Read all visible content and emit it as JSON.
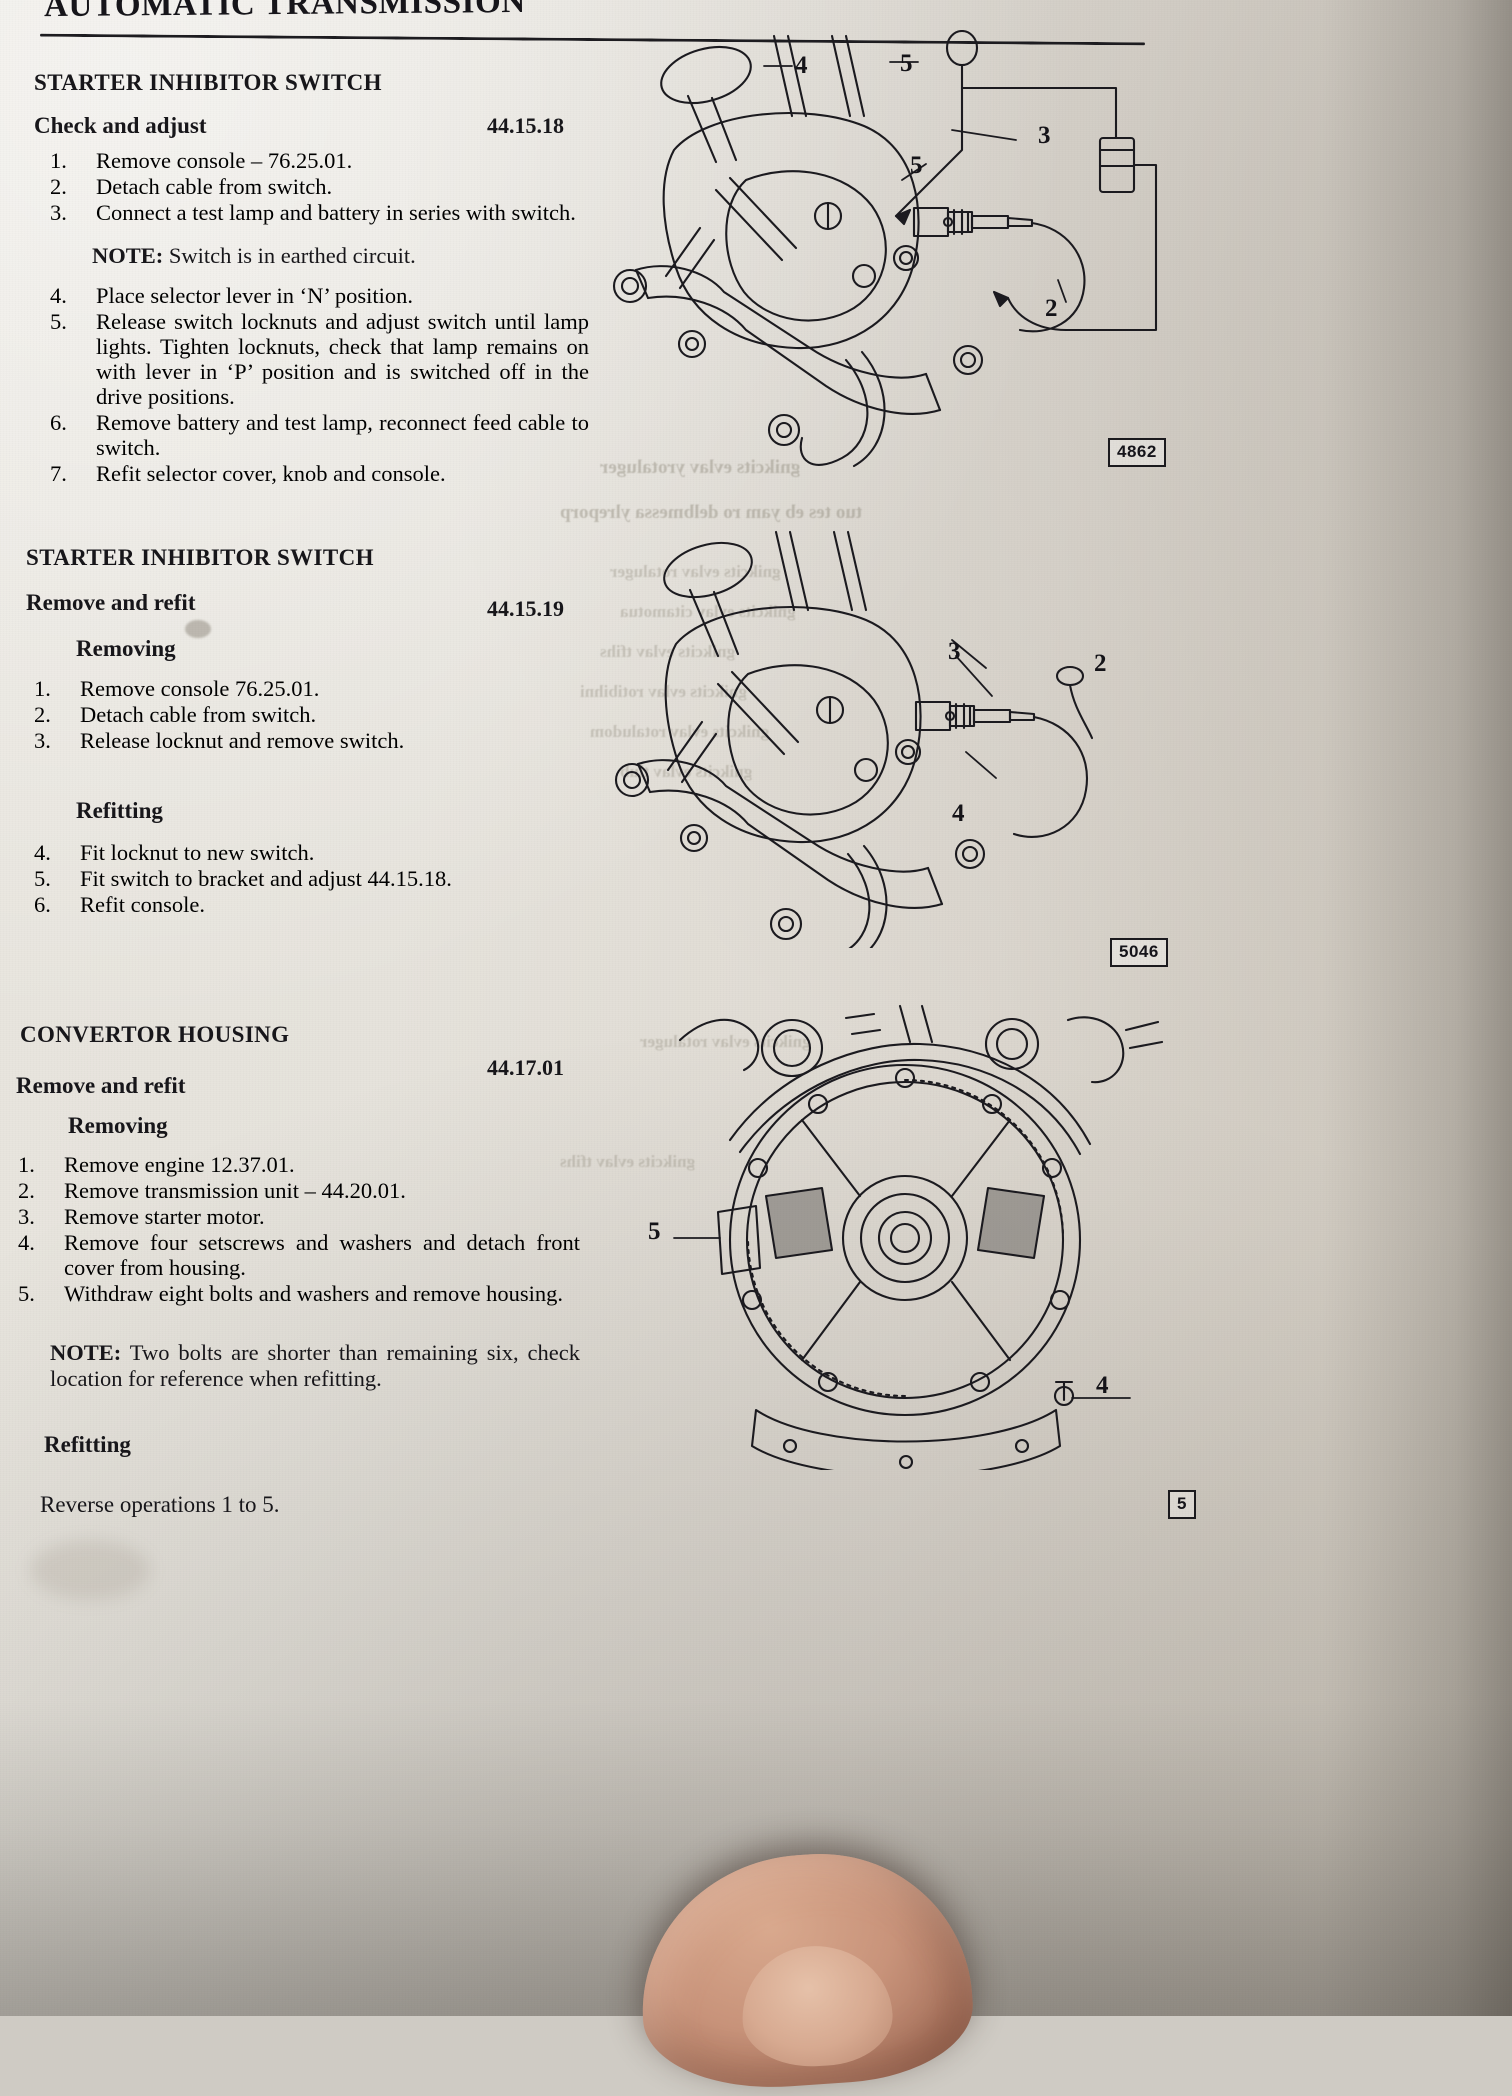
{
  "page": {
    "running_head": "AUTOMATIC TRANSMISSION"
  },
  "sections": [
    {
      "id": "starter-inhibitor-switch-check",
      "title": "STARTER INHIBITOR SWITCH",
      "operation": "Check and adjust",
      "reference": "44.15.18",
      "steps": [
        {
          "num": "1.",
          "text": "Remove console – 76.25.01."
        },
        {
          "num": "2.",
          "text": "Detach cable from switch."
        },
        {
          "num": "3.",
          "text": "Connect a test lamp and battery in series with switch."
        }
      ],
      "note_label": "NOTE:",
      "note_text": " Switch is in earthed circuit.",
      "steps2": [
        {
          "num": "4.",
          "text": "Place selector lever in ‘N’ position."
        },
        {
          "num": "5.",
          "text": "Release switch locknuts and adjust switch until lamp lights. Tighten locknuts, check that lamp remains on with lever in ‘P’ position and is switched off in the drive positions."
        },
        {
          "num": "6.",
          "text": "Remove battery and test lamp, reconnect feed cable to switch."
        },
        {
          "num": "7.",
          "text": "Refit selector cover, knob and console."
        }
      ]
    },
    {
      "id": "starter-inhibitor-switch-remove",
      "title": "STARTER INHIBITOR SWITCH",
      "operation": "Remove and refit",
      "reference": "44.15.19",
      "removing_label": "Removing",
      "steps": [
        {
          "num": "1.",
          "text": "Remove console 76.25.01."
        },
        {
          "num": "2.",
          "text": "Detach cable from switch."
        },
        {
          "num": "3.",
          "text": "Release locknut and remove switch."
        }
      ],
      "refitting_label": "Refitting",
      "steps2": [
        {
          "num": "4.",
          "text": "Fit locknut to new switch."
        },
        {
          "num": "5.",
          "text": "Fit switch to bracket and adjust 44.15.18."
        },
        {
          "num": "6.",
          "text": "Refit console."
        }
      ]
    },
    {
      "id": "convertor-housing",
      "title": "CONVERTOR HOUSING",
      "operation": "Remove and refit",
      "reference": "44.17.01",
      "removing_label": "Removing",
      "steps": [
        {
          "num": "1.",
          "text": "Remove engine 12.37.01."
        },
        {
          "num": "2.",
          "text": "Remove transmission unit – 44.20.01."
        },
        {
          "num": "3.",
          "text": "Remove starter motor."
        },
        {
          "num": "4.",
          "text": "Remove four setscrews and washers and detach front cover from housing."
        },
        {
          "num": "5.",
          "text": "Withdraw eight bolts and washers and remove housing."
        }
      ],
      "note_label": "NOTE:",
      "note_text": " Two bolts are shorter than remaining six, check location for reference when refitting.",
      "refitting_label": "Refitting",
      "refitting_text": "Reverse operations 1 to 5."
    }
  ],
  "figures": [
    {
      "id": "fig-4862",
      "box_label": "4862",
      "callouts": [
        "4",
        "5",
        "3",
        "5",
        "2"
      ]
    },
    {
      "id": "fig-5046",
      "box_label": "5046",
      "callouts": [
        "3",
        "2",
        "4"
      ]
    },
    {
      "id": "fig-convertor",
      "box_label": "5",
      "callouts": [
        "5",
        "4"
      ]
    }
  ],
  "bleed_through": {
    "line_a": "tuo tes eb yam ro delbmessa ylreporp",
    "line_b": "gnikcits evlav yrotaluger",
    "line_c": "gnikcits evlav rotaluger",
    "line_d": "gnikcits evlav citamotua",
    "line_e": "gnikcits evlav tfihs",
    "line_f": "gnikcits evlav rotibihni",
    "line_g": "gnikcits evlav rotaludom",
    "line_h": "gnikcits evlav tlub"
  },
  "colors": {
    "ink": "#17161a",
    "paper": "#e6e3dc",
    "bleed": "#9b9689"
  }
}
